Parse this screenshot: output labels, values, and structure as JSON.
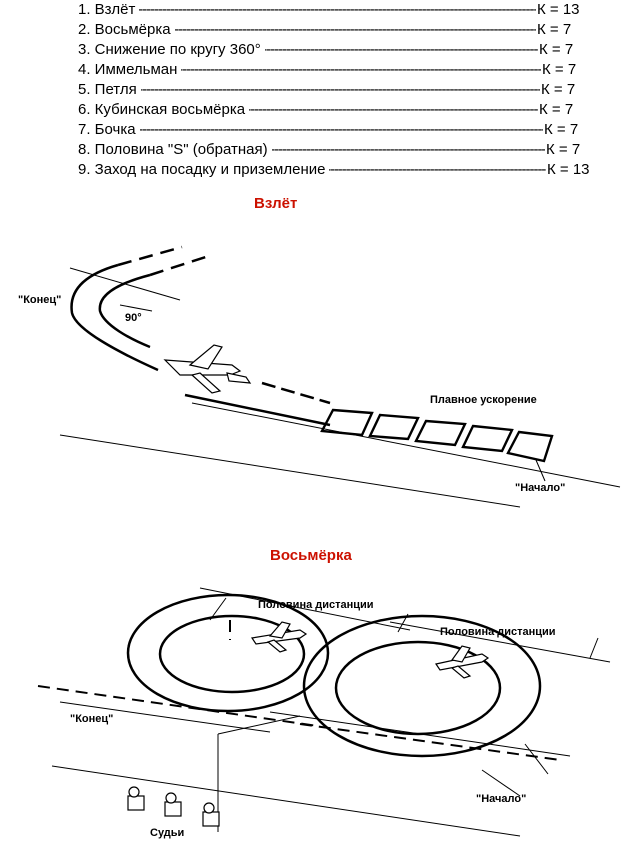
{
  "list": [
    {
      "name": "1. Взлёт",
      "k": "К = 13"
    },
    {
      "name": "2. Восьмёрка",
      "k": "К = 7"
    },
    {
      "name": "3. Снижение по кругу 360°",
      "k": "К = 7"
    },
    {
      "name": "4. Иммельман",
      "k": "К = 7"
    },
    {
      "name": "5. Петля",
      "k": "К = 7"
    },
    {
      "name": "6. Кубинская восьмёрка",
      "k": "К = 7"
    },
    {
      "name": "7. Бочка",
      "k": "К = 7"
    },
    {
      "name": "8. Половина \"S\" (обратная)",
      "k": "К = 7"
    },
    {
      "name": "9. Заход на посадку и приземление",
      "k": "К = 13"
    }
  ],
  "takeoff": {
    "title": "Взлёт",
    "label_end": "\"Конец\"",
    "label_angle": "90°",
    "label_accel": "Плавное ускорение",
    "label_start": "\"Начало\""
  },
  "eight": {
    "title": "Восьмёрка",
    "label_half1": "Половина дистанции",
    "label_half2": "Половина дистанции",
    "label_end": "\"Конец\"",
    "label_start": "\"Начало\"",
    "label_judges": "Судьи"
  }
}
